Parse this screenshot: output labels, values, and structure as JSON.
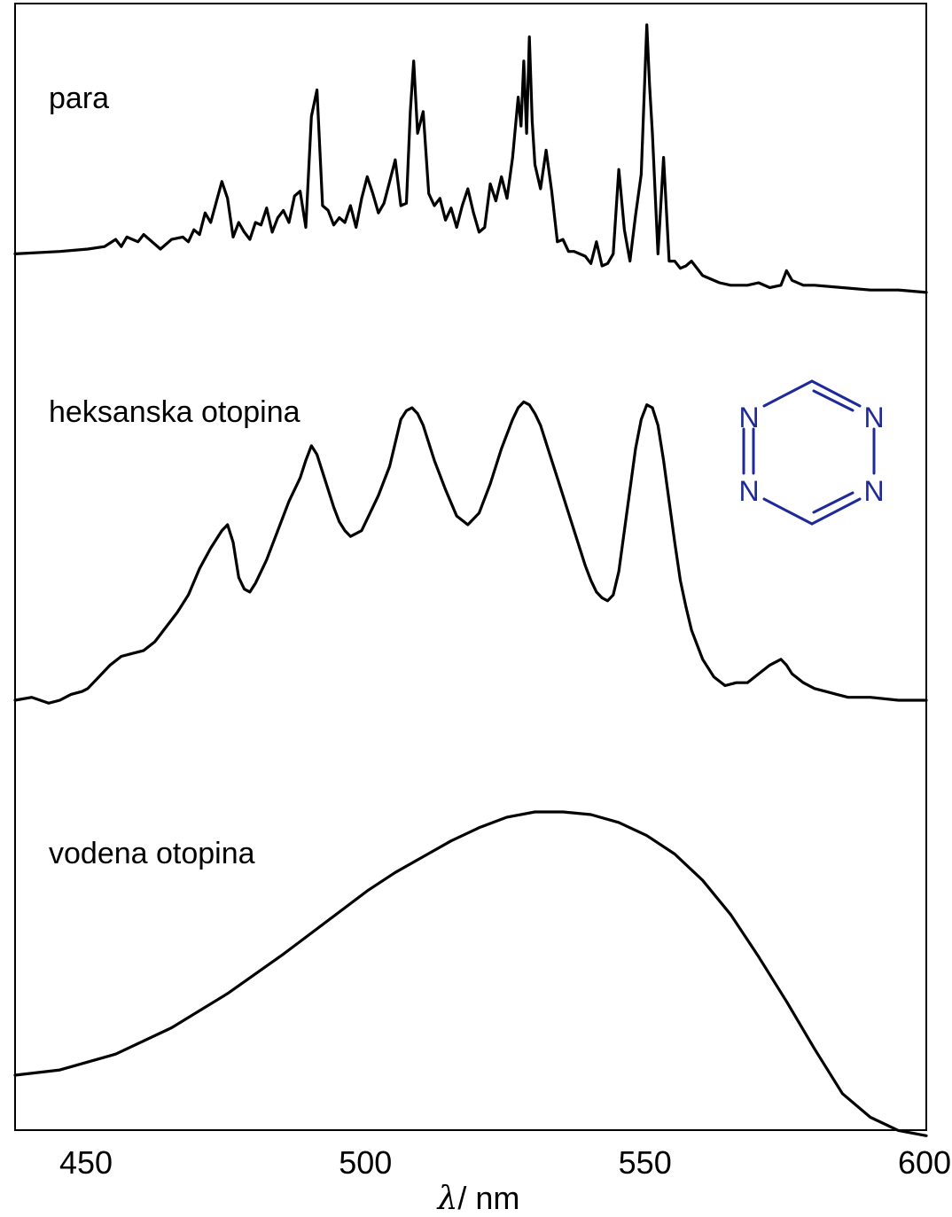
{
  "chart_data": {
    "type": "line",
    "title": "",
    "xlabel_symbol": "λ",
    "xlabel_unit": "/ nm",
    "ylabel": "",
    "xlim": [
      437,
      600
    ],
    "xticks": [
      450,
      500,
      550,
      600
    ],
    "grid": false,
    "legend": "none",
    "molecule": {
      "name": "1,2,4,5-tetrazine",
      "atoms": [
        "N",
        "N",
        "N",
        "N"
      ],
      "color": "#1f2a9a"
    },
    "series": [
      {
        "name": "para",
        "x": [
          437,
          445,
          450,
          453,
          455,
          456,
          457,
          459,
          460,
          463,
          465,
          467,
          468,
          469,
          470,
          471,
          472,
          474,
          475,
          476,
          477,
          478,
          479,
          480,
          481,
          482,
          483,
          484,
          485,
          486,
          487,
          488,
          489,
          490,
          491,
          492,
          493,
          494,
          495,
          496,
          497,
          498,
          499,
          500,
          501,
          502,
          503,
          504,
          505,
          506,
          507,
          507.7,
          508.3,
          509,
          510,
          511,
          512,
          513,
          514,
          515,
          516,
          517,
          518,
          519,
          520,
          521,
          522,
          523,
          524,
          525,
          526,
          527,
          527.5,
          528,
          528.5,
          529,
          529.5,
          530,
          531,
          532,
          533,
          534,
          535,
          536,
          537,
          538,
          539,
          540,
          541,
          542,
          543,
          544,
          545,
          546,
          547,
          548,
          549,
          550,
          550.5,
          551,
          552,
          553,
          554,
          555,
          556,
          557,
          558,
          560,
          563,
          565,
          568,
          570,
          572,
          574,
          575,
          576,
          578,
          580,
          585,
          590,
          595,
          600
        ],
        "values": [
          0.05,
          0.06,
          0.07,
          0.08,
          0.11,
          0.08,
          0.12,
          0.1,
          0.13,
          0.07,
          0.11,
          0.12,
          0.1,
          0.15,
          0.13,
          0.22,
          0.18,
          0.35,
          0.28,
          0.12,
          0.18,
          0.14,
          0.11,
          0.18,
          0.17,
          0.24,
          0.14,
          0.2,
          0.23,
          0.18,
          0.29,
          0.31,
          0.16,
          0.62,
          0.73,
          0.25,
          0.23,
          0.17,
          0.2,
          0.18,
          0.25,
          0.16,
          0.28,
          0.37,
          0.3,
          0.22,
          0.26,
          0.35,
          0.44,
          0.25,
          0.26,
          0.64,
          0.85,
          0.55,
          0.64,
          0.3,
          0.25,
          0.28,
          0.19,
          0.24,
          0.16,
          0.25,
          0.32,
          0.22,
          0.14,
          0.16,
          0.34,
          0.27,
          0.37,
          0.28,
          0.45,
          0.7,
          0.58,
          0.85,
          0.55,
          0.95,
          0.6,
          0.42,
          0.32,
          0.48,
          0.31,
          0.1,
          0.11,
          0.06,
          0.06,
          0.05,
          0.04,
          0.01,
          0.1,
          0.0,
          0.01,
          0.05,
          0.4,
          0.15,
          0.02,
          0.21,
          0.38,
          1.0,
          0.75,
          0.55,
          0.05,
          0.45,
          0.02,
          0.02,
          -0.01,
          0.0,
          0.02,
          -0.04,
          -0.07,
          -0.08,
          -0.08,
          -0.07,
          -0.09,
          -0.08,
          -0.02,
          -0.06,
          -0.08,
          -0.08,
          -0.09,
          -0.1,
          -0.1,
          -0.11
        ]
      },
      {
        "name": "heksanska otopina",
        "x": [
          437,
          440,
          443,
          445,
          447,
          449,
          450,
          452,
          454,
          456,
          458,
          460,
          462,
          464,
          466,
          468,
          470,
          472,
          474,
          475,
          476,
          477,
          478,
          479,
          480,
          482,
          484,
          486,
          487,
          488,
          489,
          490,
          491,
          492,
          493,
          494,
          495,
          496,
          497,
          498,
          499,
          500,
          502,
          504,
          505,
          506,
          507,
          508,
          509,
          510,
          511,
          512,
          514,
          516,
          518,
          520,
          522,
          524,
          526,
          527,
          528,
          529,
          530,
          531,
          532,
          533,
          534,
          535,
          536,
          537,
          538,
          539,
          540,
          541,
          542,
          543,
          544,
          545,
          546,
          547,
          548,
          549,
          550,
          551,
          552,
          553,
          554,
          555,
          556,
          557,
          558,
          560,
          562,
          564,
          566,
          568,
          570,
          572,
          574,
          575,
          576,
          578,
          580,
          582,
          584,
          586,
          590,
          595,
          600
        ],
        "values": [
          0.0,
          0.01,
          -0.01,
          0.0,
          0.02,
          0.03,
          0.04,
          0.08,
          0.12,
          0.15,
          0.16,
          0.17,
          0.2,
          0.25,
          0.3,
          0.36,
          0.45,
          0.52,
          0.58,
          0.6,
          0.54,
          0.42,
          0.38,
          0.37,
          0.4,
          0.48,
          0.58,
          0.68,
          0.72,
          0.76,
          0.82,
          0.87,
          0.84,
          0.78,
          0.72,
          0.66,
          0.61,
          0.58,
          0.56,
          0.57,
          0.58,
          0.62,
          0.7,
          0.8,
          0.88,
          0.96,
          0.99,
          1.0,
          0.98,
          0.94,
          0.88,
          0.82,
          0.72,
          0.63,
          0.6,
          0.64,
          0.74,
          0.86,
          0.96,
          1.0,
          1.02,
          1.01,
          0.98,
          0.94,
          0.88,
          0.82,
          0.76,
          0.7,
          0.64,
          0.58,
          0.52,
          0.46,
          0.41,
          0.37,
          0.35,
          0.34,
          0.36,
          0.44,
          0.58,
          0.72,
          0.86,
          0.96,
          1.01,
          1.0,
          0.94,
          0.82,
          0.68,
          0.54,
          0.41,
          0.32,
          0.24,
          0.14,
          0.08,
          0.05,
          0.06,
          0.06,
          0.09,
          0.12,
          0.14,
          0.12,
          0.09,
          0.06,
          0.04,
          0.03,
          0.02,
          0.01,
          0.01,
          0.0,
          0.0
        ]
      },
      {
        "name": "vodena otopina",
        "x": [
          437,
          445,
          455,
          465,
          475,
          485,
          490,
          495,
          500,
          505,
          510,
          515,
          520,
          525,
          530,
          535,
          540,
          545,
          550,
          555,
          560,
          565,
          570,
          575,
          580,
          585,
          590,
          595,
          600
        ],
        "values": [
          0.0,
          0.02,
          0.08,
          0.18,
          0.31,
          0.46,
          0.54,
          0.62,
          0.7,
          0.77,
          0.83,
          0.89,
          0.94,
          0.98,
          1.0,
          1.0,
          0.99,
          0.96,
          0.91,
          0.84,
          0.74,
          0.61,
          0.45,
          0.28,
          0.1,
          -0.07,
          -0.16,
          -0.21,
          -0.23
        ]
      }
    ]
  }
}
